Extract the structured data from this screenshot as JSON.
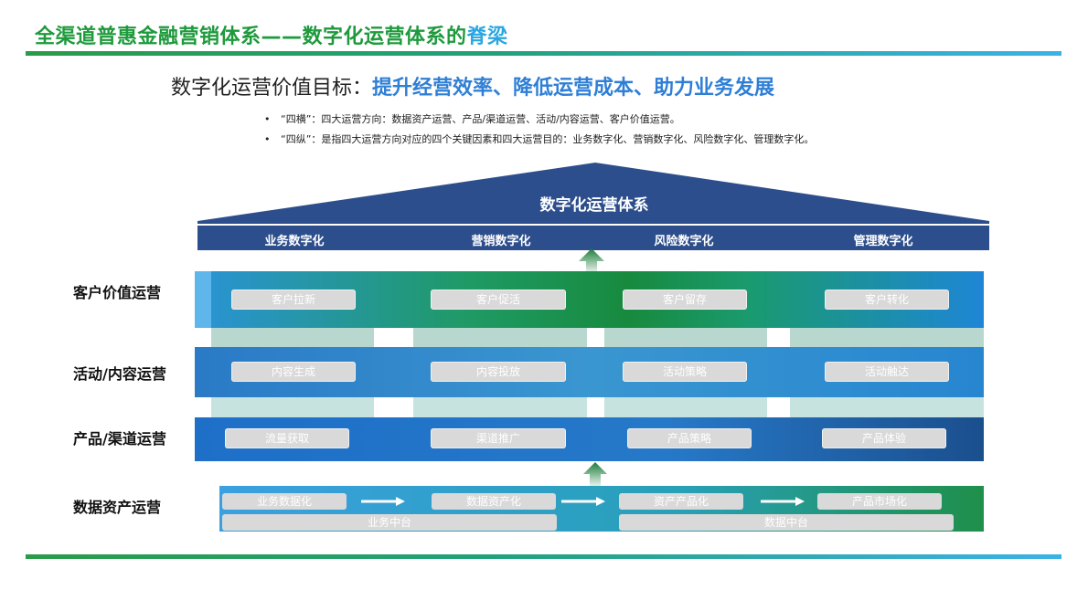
{
  "header": {
    "title_main": "全渠道普惠金融营销体系——数字化运营体系的",
    "title_highlight": "脊梁"
  },
  "subtitle": {
    "lead": "数字化运营价值目标：",
    "strong": "提升经营效率、降低运营成本、助力业务发展"
  },
  "bullets": [
    "“四横”：四大运营方向：数据资产运营、产品/渠道运营、活动/内容运营、客户价值运营。",
    "“四纵”：是指四大运营方向对应的四个关键因素和四大运营目的：业务数字化、营销数字化、风险数字化、管理数字化。"
  ],
  "diagram": {
    "roof_title": "数字化运营体系",
    "pillars": [
      "业务数字化",
      "营销数字化",
      "风险数字化",
      "管理数字化"
    ],
    "rows": [
      {
        "label": "客户价值运营",
        "items": [
          "客户拉新",
          "客户促活",
          "客户留存",
          "客户转化"
        ]
      },
      {
        "label": "活动/内容运营",
        "items": [
          "内容生成",
          "内容投放",
          "活动策略",
          "活动触达"
        ]
      },
      {
        "label": "产品/渠道运营",
        "items": [
          "流量获取",
          "渠道推广",
          "产品策略",
          "产品体验"
        ]
      },
      {
        "label": "数据资产运营",
        "items": [
          "业务数据化",
          "数据资产化",
          "资产产品化",
          "产品市场化"
        ]
      }
    ],
    "platforms": [
      "业务中台",
      "数据中台"
    ]
  },
  "colors": {
    "green": "#1e9a3c",
    "blue": "#2f7fd6",
    "navy": "#2a4f8f"
  }
}
